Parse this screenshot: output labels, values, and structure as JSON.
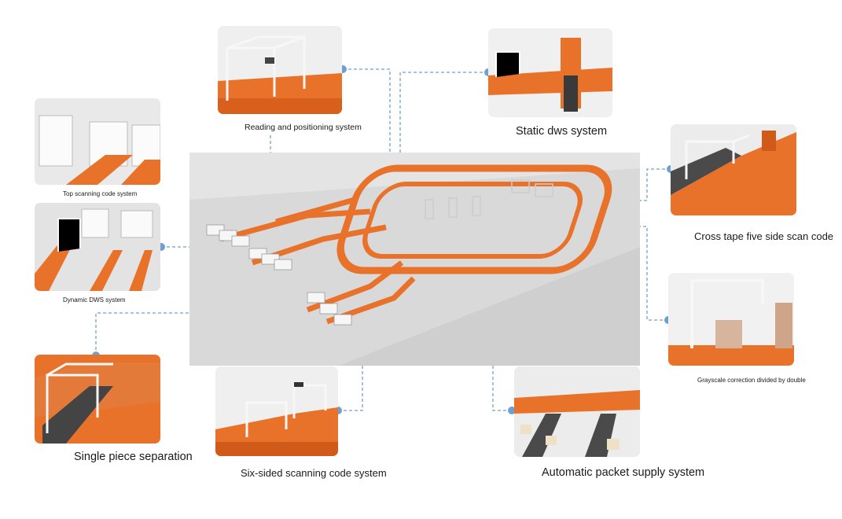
{
  "captions": {
    "reading_positioning": "Reading and positioning system",
    "static_dws": "Static dws system",
    "top_scanning": "Top scanning code system",
    "dynamic_dws": "Dynamic DWS system",
    "cross_tape": "Cross tape five side scan code",
    "grayscale": "Grayscale correction divided by double",
    "single_piece": "Single piece separation",
    "six_sided": "Six-sided scanning code system",
    "auto_packet": "Automatic packet supply system"
  },
  "colors": {
    "conveyor_orange": "#e8722a",
    "connector_blue": "#6fa0d0",
    "floor_gray": "#e4e4e4",
    "frame_white": "#f4f4f4"
  }
}
